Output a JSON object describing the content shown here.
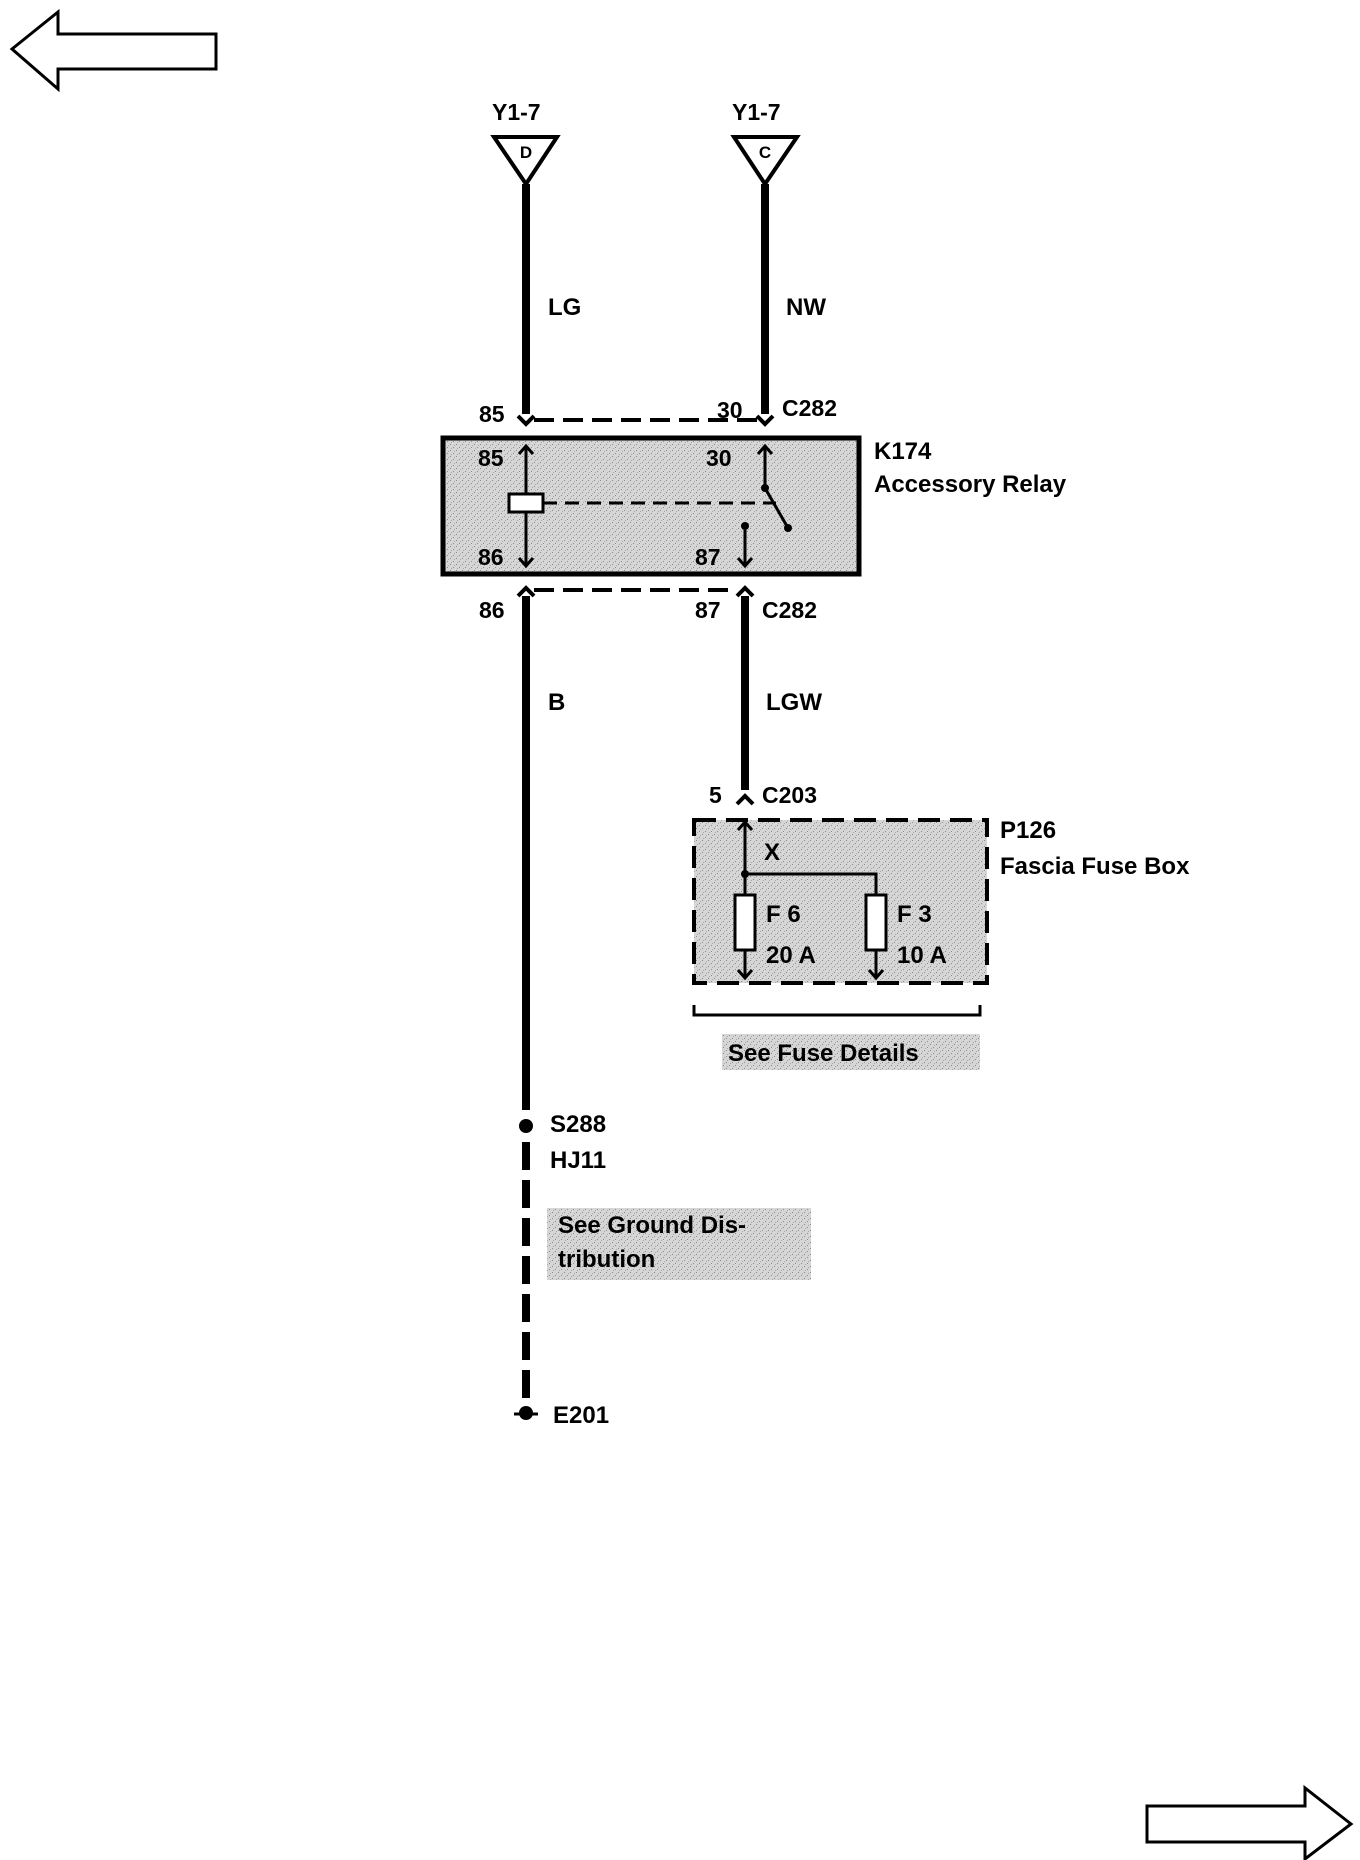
{
  "navigation": {
    "prev_icon": "arrow-left-outline-icon",
    "next_icon": "arrow-right-outline-icon"
  },
  "connectors_in": [
    {
      "ref": "Y1-7",
      "pin": "D",
      "wire_color": "LG"
    },
    {
      "ref": "Y1-7",
      "pin": "C",
      "wire_color": "NW"
    }
  ],
  "relay": {
    "id": "K174",
    "name": "Accessory Relay",
    "connector": "C282",
    "pins": {
      "top_left": "85",
      "top_right": "30",
      "bottom_left": "86",
      "bottom_right": "87"
    }
  },
  "output_wires": {
    "ground_wire": "B",
    "feed_wire": "LGW"
  },
  "fuse_box": {
    "id": "P126",
    "name": "Fascia Fuse Box",
    "connector_pin": "5",
    "connector": "C203",
    "bus_label": "X",
    "fuses": [
      {
        "name": "F 6",
        "rating": "20 A"
      },
      {
        "name": "F 3",
        "rating": "10 A"
      }
    ],
    "details_link": "See Fuse Details"
  },
  "splice": {
    "id": "S288",
    "harness": "HJ11"
  },
  "ground_link": {
    "line1": "See Ground Dis-",
    "line2": "tribution"
  },
  "ground_point": "E201"
}
